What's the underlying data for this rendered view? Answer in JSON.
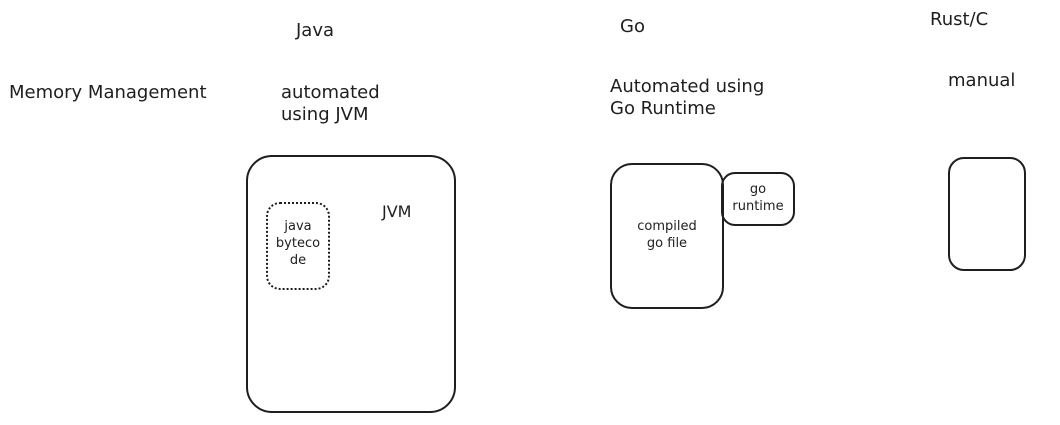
{
  "columns": {
    "java": {
      "header": "Java",
      "description": "automated\nusing JVM",
      "container_label": "JVM",
      "inner_label": "java\nbyteco\nde"
    },
    "go": {
      "header": "Go",
      "description": "Automated using\nGo Runtime",
      "main_label": "compiled\ngo file",
      "runtime_label": "go\nruntime"
    },
    "rust": {
      "header": "Rust/C",
      "description": "manual"
    }
  },
  "row_label": "Memory Management",
  "colors": {
    "stroke": "#1e1e1e",
    "background": "#ffffff"
  }
}
